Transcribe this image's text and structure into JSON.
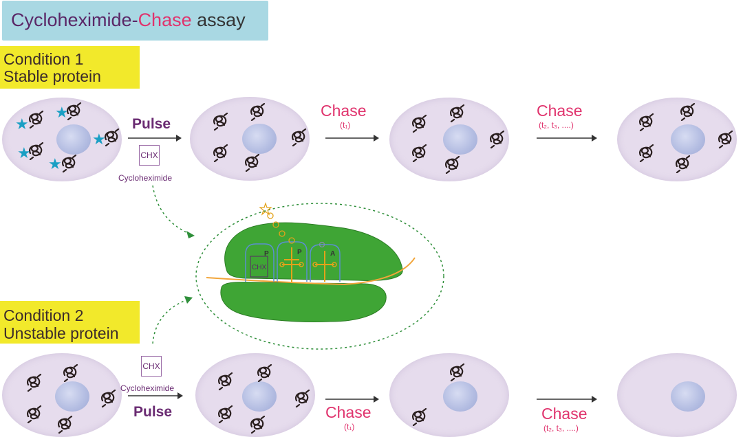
{
  "title": {
    "part1": "Cycloheximide-",
    "part2": "Chase",
    "part3": " assay"
  },
  "condition1": {
    "line1": "Condition 1",
    "line2": "Stable protein"
  },
  "condition2": {
    "line1": "Condition 2",
    "line2": "Unstable protein"
  },
  "row1": {
    "pulse": "Pulse",
    "chx": "CHX",
    "cycloheximide": "Cycloheximide",
    "chase1": "Chase",
    "chase1_sub": "(t₁)",
    "chase2": "Chase",
    "chase2_sub": "(t₂, t₃, ....)"
  },
  "row2": {
    "pulse": "Pulse",
    "chx": "CHX",
    "cycloheximide": "Cycloheximide",
    "chase1": "Chase",
    "chase1_sub": "(t₁)",
    "chase2": "Chase",
    "chase2_sub": "(t₂, t₃, ....)"
  },
  "ribosome": {
    "chx": "CHX",
    "site_p1": "P",
    "site_p2": "P",
    "site_a": "A"
  },
  "colors": {
    "title_bg": "#a9d8e3",
    "condition_bg": "#f2e92b",
    "cell": "#e6dced",
    "nucleus": "#b6bfe3",
    "star": "#1a9fc4",
    "pulse": "#6a2b72",
    "chase": "#e0336d",
    "ribosome": "#3fa535",
    "mrna": "#f2a53a"
  },
  "icons": {
    "protein": "tangled-protein-icon",
    "label": "star-label-icon"
  }
}
